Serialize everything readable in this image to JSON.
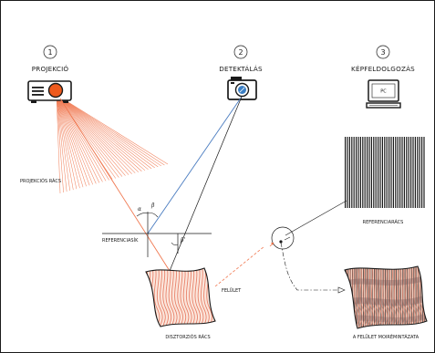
{
  "steps": [
    {
      "number": "1",
      "title": "PROJEKCIÓ"
    },
    {
      "number": "2",
      "title": "DETEKTÁLÁS"
    },
    {
      "number": "3",
      "title": "KÉPFELDOLGOZÁS"
    }
  ],
  "labels": {
    "projection_grid": "PROJEKCIÓS RÁCS",
    "reference_plane": "REFERENCIASÍK",
    "surface": "FELÜLET",
    "distortion_grid": "DISZTORZIÓS RÁCS",
    "reference_grid": "REFERENCIARÁCS",
    "moire_pattern": "A FELÜLET MOIRÉMINTÁZATA",
    "pc": "PC"
  },
  "angles": {
    "alpha": "α",
    "beta": "β",
    "beta_prime": "β'"
  },
  "colors": {
    "projection": "#f07850",
    "projector_lens": "#ee5a1d",
    "camera_lens": "#3b7fc4",
    "detection_line": "#4a7cc0",
    "ink": "#1a1a1a",
    "surface_stripe": "#e8826a",
    "surface_fill": "#fbe6dc"
  }
}
